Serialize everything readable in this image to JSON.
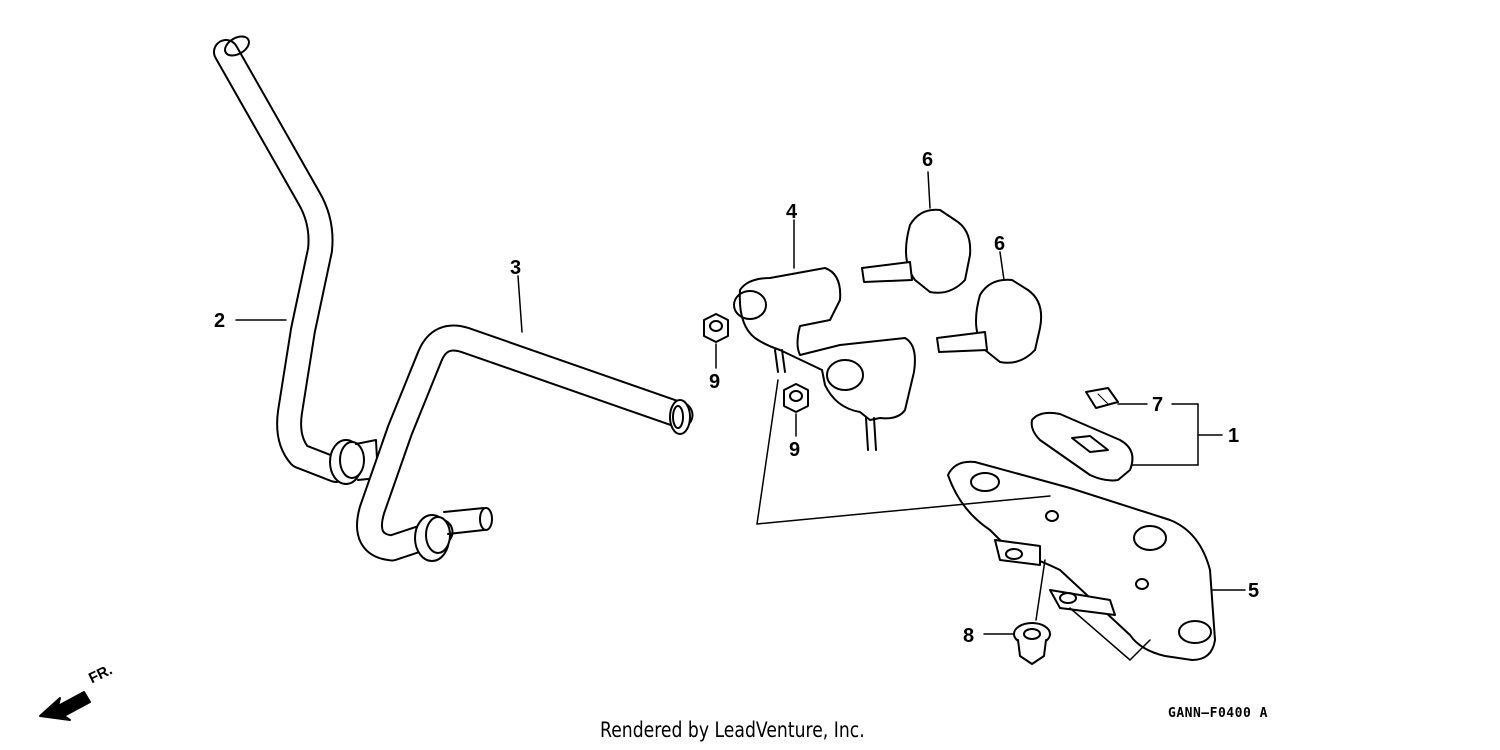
{
  "callouts": [
    {
      "id": "c1",
      "text": "1"
    },
    {
      "id": "c2",
      "text": "2"
    },
    {
      "id": "c3",
      "text": "3"
    },
    {
      "id": "c4",
      "text": "4"
    },
    {
      "id": "c5",
      "text": "5"
    },
    {
      "id": "c6a",
      "text": "6"
    },
    {
      "id": "c6b",
      "text": "6"
    },
    {
      "id": "c7",
      "text": "7"
    },
    {
      "id": "c8",
      "text": "8"
    },
    {
      "id": "c9a",
      "text": "9"
    },
    {
      "id": "c9b",
      "text": "9"
    }
  ],
  "direction_label": "FR.",
  "footer": "Rendered by LeadVenture, Inc.",
  "diagram_code": "GANN–F0400 A"
}
